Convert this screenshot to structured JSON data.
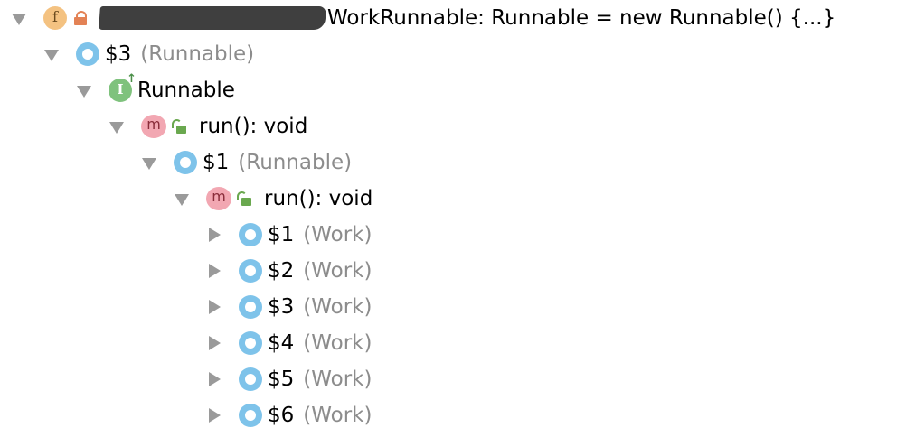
{
  "tree": {
    "root": {
      "icon": "field-icon",
      "lock": "private-lock-icon",
      "text": "WorkRunnable: Runnable = new Runnable() {...}"
    },
    "anon3": {
      "icon": "anonymous-class-icon",
      "name": "$3",
      "hint": "(Runnable)"
    },
    "runnable": {
      "icon": "interface-icon",
      "name": "Runnable"
    },
    "run1": {
      "icon": "method-icon",
      "lock": "public-unlock-icon",
      "name": "run(): void"
    },
    "anon1": {
      "icon": "anonymous-class-icon",
      "name": "$1",
      "hint": "(Runnable)"
    },
    "run2": {
      "icon": "method-icon",
      "lock": "public-unlock-icon",
      "name": "run(): void"
    },
    "works": [
      {
        "name": "$1",
        "hint": "(Work)"
      },
      {
        "name": "$2",
        "hint": "(Work)"
      },
      {
        "name": "$3",
        "hint": "(Work)"
      },
      {
        "name": "$4",
        "hint": "(Work)"
      },
      {
        "name": "$5",
        "hint": "(Work)"
      },
      {
        "name": "$6",
        "hint": "(Work)"
      }
    ]
  },
  "colors": {
    "field": "#f4c281",
    "anonymous_class": "#7ec3ea",
    "interface": "#7fc27d",
    "method": "#f2a7b2",
    "hint_text": "#8c8c8c",
    "toggle": "#9a9a9a"
  }
}
